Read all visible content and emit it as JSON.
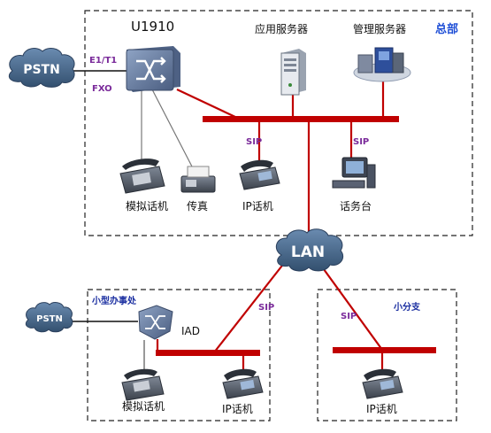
{
  "regions": {
    "headquarters": "总部",
    "small_office": "小型办事处",
    "small_branch": "小分支"
  },
  "devices": {
    "u1910": "U1910",
    "app_server": "应用服务器",
    "mgmt_server": "管理服务器",
    "analog_phone_hq": "模拟话机",
    "fax": "传真",
    "ip_phone_hq": "IP话机",
    "attendant_console": "话务台",
    "iad": "IAD",
    "analog_phone_office": "模拟话机",
    "ip_phone_office": "IP话机",
    "ip_phone_branch": "IP话机"
  },
  "clouds": {
    "pstn_hq": "PSTN",
    "pstn_office": "PSTN",
    "lan": "LAN"
  },
  "links": {
    "e1t1": "E1/T1",
    "fxo": "FXO",
    "sip_ip_phone_hq": "SIP",
    "sip_console": "SIP",
    "sip_office": "SIP",
    "sip_branch": "SIP"
  },
  "colors": {
    "bus": "#c00000",
    "cloud": "#3d5f86",
    "region_border": "#222222",
    "region_label": "#1f4fd6",
    "link_label": "#7a2a9a",
    "router": "#5b6f92"
  }
}
